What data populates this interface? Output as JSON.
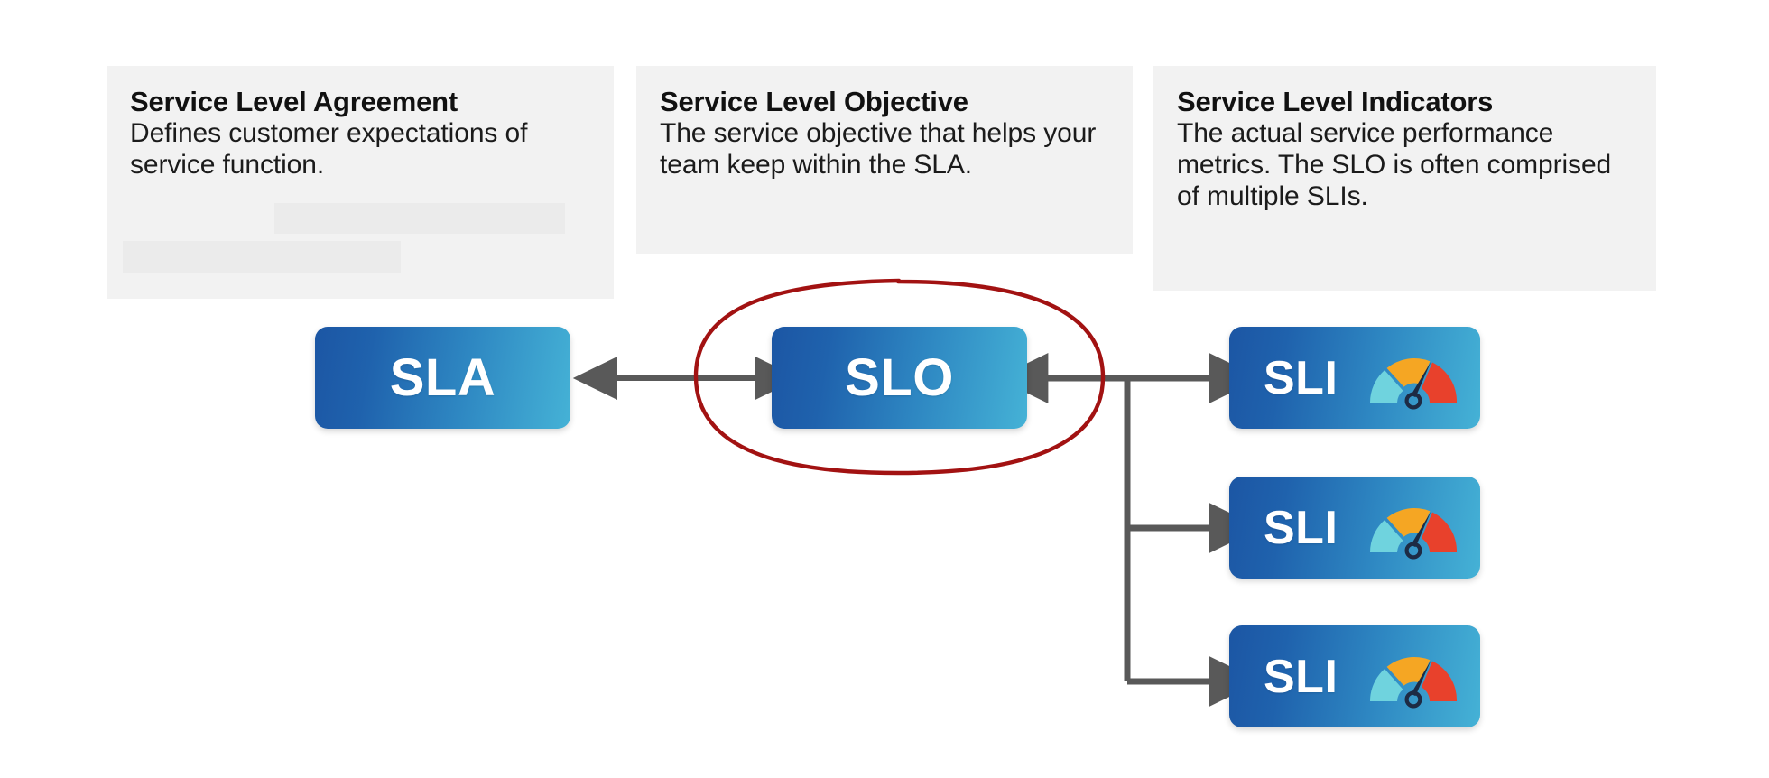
{
  "diagram": {
    "title": "SLA SLO SLI relationship diagram",
    "background": "#ffffff",
    "cards": [
      {
        "id": "sla-card",
        "title": "Service Level Agreement",
        "body": "Defines customer expectations of service function.",
        "bg": "#f2f2f2",
        "redactions": 2
      },
      {
        "id": "slo-card",
        "title": "Service Level Objective",
        "body": "The service objective that helps your team keep within the SLA.",
        "bg": "#f2f2f2",
        "redactions": 0
      },
      {
        "id": "sli-card",
        "title": "Service Level Indicators",
        "body": "The actual service performance metrics. The SLO is often comprised of multiple SLIs.",
        "bg": "#f2f2f2",
        "redactions": 0
      }
    ],
    "nodes": {
      "sla": {
        "label": "SLA"
      },
      "slo": {
        "label": "SLO"
      },
      "sli": [
        {
          "label": "SLI",
          "icon": "gauge-icon"
        },
        {
          "label": "SLI",
          "icon": "gauge-icon"
        },
        {
          "label": "SLI",
          "icon": "gauge-icon"
        }
      ]
    },
    "connectors": {
      "sla_slo": {
        "type": "double-headed-arrow",
        "color": "#595959"
      },
      "slo_sli": {
        "type": "branching-arrow",
        "color": "#595959",
        "branches": 3
      }
    },
    "annotation": {
      "shape": "ellipse",
      "target": "SLO",
      "color": "#a21212",
      "style": "hand-drawn highlight"
    },
    "palette": {
      "box_gradient_start": "#1c56a4",
      "box_gradient_end": "#45b2d6",
      "card_bg": "#f2f2f2",
      "redaction_bg": "#ebebeb",
      "arrow": "#595959",
      "annotation_red": "#a21212",
      "gauge_low": "#6fd3de",
      "gauge_mid": "#f5a623",
      "gauge_high": "#e8412c",
      "gauge_needle": "#1d2b45",
      "text_dark": "#111111"
    }
  }
}
